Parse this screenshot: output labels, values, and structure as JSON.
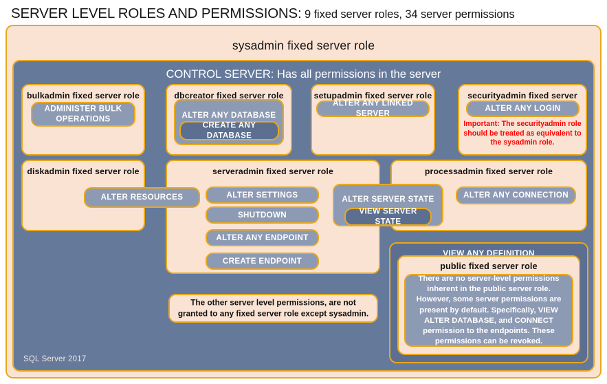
{
  "title": {
    "heading": "SERVER LEVEL ROLES AND PERMISSIONS:",
    "subheading": " 9 fixed server roles, 34 server permissions"
  },
  "colors": {
    "cream": "#FAE3D3",
    "slate": "#65799B",
    "permission": "#8D9AB4",
    "permission_dark": "#5C6F91",
    "border_gold": "#E9A81C",
    "warning_red": "#FF0000"
  },
  "sysadmin": {
    "label": "sysadmin  fixed  server  role"
  },
  "control_server": {
    "label": "CONTROL SERVER: Has all permissions in the server"
  },
  "roles": {
    "bulkadmin": {
      "title": "bulkadmin  fixed server role",
      "permissions": [
        {
          "label": "ADMINISTER  BULK OPERATIONS"
        }
      ]
    },
    "dbcreator": {
      "title": "dbcreator fixed server role",
      "permissions": [
        {
          "label": "ALTER ANY DATABASE"
        },
        {
          "label": "CREATE  ANY DATABASE"
        }
      ]
    },
    "setupadmin": {
      "title": "setupadmin fixed server role",
      "permissions": [
        {
          "label": "ALTER ANY LINKED SERVER"
        }
      ]
    },
    "securityadmin": {
      "title": "securityadmin  fixed server role",
      "permissions": [
        {
          "label": "ALTER ANY LOGIN"
        }
      ],
      "warning": "Important:  The securityadmin role should  be treated as equivalent to the  sysadmin role."
    },
    "diskadmin": {
      "title": "diskadmin  fixed server role",
      "permissions": [
        {
          "label": "ALTER RESOURCES"
        }
      ]
    },
    "serveradmin": {
      "title": "serveradmin fixed server role",
      "permissions": [
        {
          "label": "ALTER SETTINGS"
        },
        {
          "label": "SHUTDOWN"
        },
        {
          "label": "ALTER ANY ENDPOINT"
        },
        {
          "label": "CREATE  ENDPOINT"
        },
        {
          "label": "ALTER SERVER STATE"
        },
        {
          "label": "VIEW SERVER STATE"
        }
      ]
    },
    "processadmin": {
      "title": "processadmin  fixed server role",
      "permissions": [
        {
          "label": "ALTER ANY CONNECTION"
        }
      ]
    },
    "public": {
      "banner": "VIEW ANY DEFINITION",
      "title": "public  fixed server role",
      "description": "There are no server-level permissions inherent in the public server role. However, some server permissions are present by default. Specifically, VIEW ALTER DATABASE, and CONNECT permission to the endpoints. These permissions can be revoked."
    }
  },
  "notes": {
    "other_permissions": "The other server level permissions,  are not granted to any fixed server role except sysadmin."
  },
  "footer": {
    "version": "SQL Server 2017"
  }
}
